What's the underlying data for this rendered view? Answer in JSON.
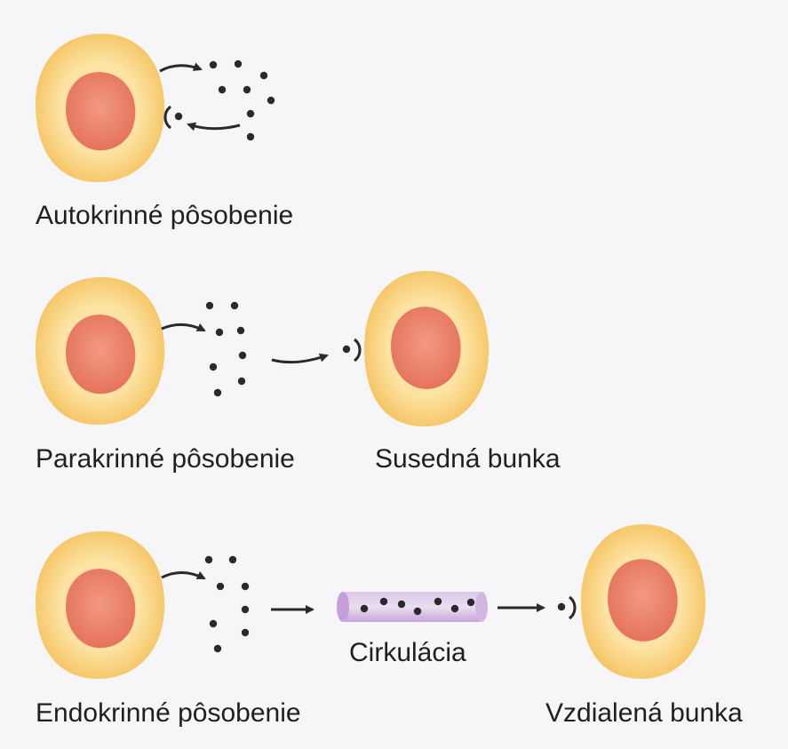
{
  "labels": {
    "autocrine": "Autokrinné pôsobenie",
    "paracrine": "Parakrinné pôsobenie",
    "neighbor_cell": "Susedná bunka",
    "circulation": "Cirkulácia",
    "endocrine": "Endokrinné pôsobenie",
    "distant_cell": "Vzdialená bunka"
  },
  "colors": {
    "cytoplasm": "#f7cf76",
    "cytoplasm_light": "#fde7b0",
    "nucleus": "#ea8b73",
    "nucleus_dark": "#d9674f",
    "dot": "#2a2a2a",
    "arrow": "#2a2a2a",
    "vessel": "#c9a6db",
    "vessel_light": "#e6d6ee"
  }
}
